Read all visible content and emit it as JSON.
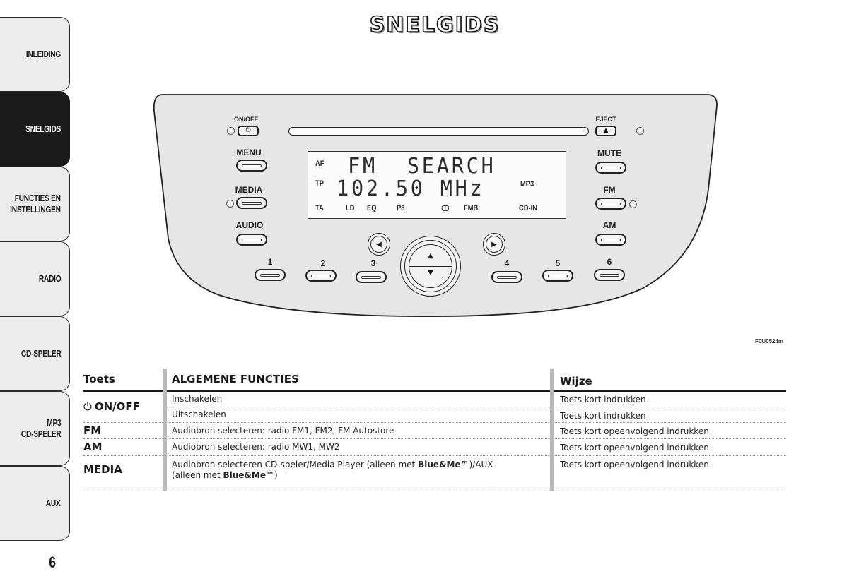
{
  "sidebar": {
    "tabs": [
      {
        "label": "INLEIDING",
        "active": false
      },
      {
        "label": "SNELGIDS",
        "active": true
      },
      {
        "label": "FUNCTIES EN\nINSTELLINGEN",
        "active": false
      },
      {
        "label": "RADIO",
        "active": false
      },
      {
        "label": "CD-SPELER",
        "active": false
      },
      {
        "label": "MP3\nCD-SPELER",
        "active": false
      },
      {
        "label": "AUX",
        "active": false
      }
    ],
    "page_number": "6"
  },
  "page": {
    "title": "SNELGIDS",
    "figure_code": "F0U0524m"
  },
  "radio": {
    "buttons": {
      "on_off": "ON/OFF",
      "eject": "EJECT",
      "menu": "MENU",
      "media": "MEDIA",
      "audio": "AUDIO",
      "mute": "MUTE",
      "fm": "FM",
      "am": "AM",
      "presets": [
        "1",
        "2",
        "3",
        "4",
        "5",
        "6"
      ]
    },
    "icons": {
      "power": "⏻",
      "eject": "▲",
      "left": "◀",
      "right": "▶",
      "up": "▲",
      "down": "▼"
    },
    "display": {
      "line1": "FM  SEARCH",
      "line2": "102.50 MHz",
      "indicators": {
        "af": "AF",
        "tp": "TP",
        "ta": "TA",
        "ld": "LD",
        "eq": "EQ",
        "p8": "P8",
        "stereo": "ↀ",
        "fmb": "FMB",
        "mp3": "MP3",
        "cd_in": "CD-IN"
      }
    }
  },
  "table": {
    "headers": {
      "key": "Toets",
      "functions": "ALGEMENE FUNCTIES",
      "mode": "Wijze"
    },
    "rows": [
      {
        "key": "ON/OFF",
        "key_icon": "⏻",
        "entries": [
          {
            "function": "Inschakelen",
            "mode": "Toets kort indrukken"
          },
          {
            "function": "Uitschakelen",
            "mode": "Toets kort indrukken"
          }
        ]
      },
      {
        "key": "FM",
        "entries": [
          {
            "function": "Audiobron selecteren: radio FM1, FM2, FM Autostore",
            "mode": "Toets kort opeenvolgend indrukken"
          }
        ]
      },
      {
        "key": "AM",
        "entries": [
          {
            "function": "Audiobron selecteren: radio MW1, MW2",
            "mode": "Toets kort opeenvolgend indrukken"
          }
        ]
      },
      {
        "key": "MEDIA",
        "entries": [
          {
            "function_parts": [
              "Audiobron selecteren CD-speler/Media Player (alleen met ",
              "Blue&Me™",
              ")/AUX",
              "(alleen met ",
              "Blue&Me™",
              ")"
            ],
            "mode": "Toets kort opeenvolgend indrukken"
          }
        ]
      }
    ]
  }
}
